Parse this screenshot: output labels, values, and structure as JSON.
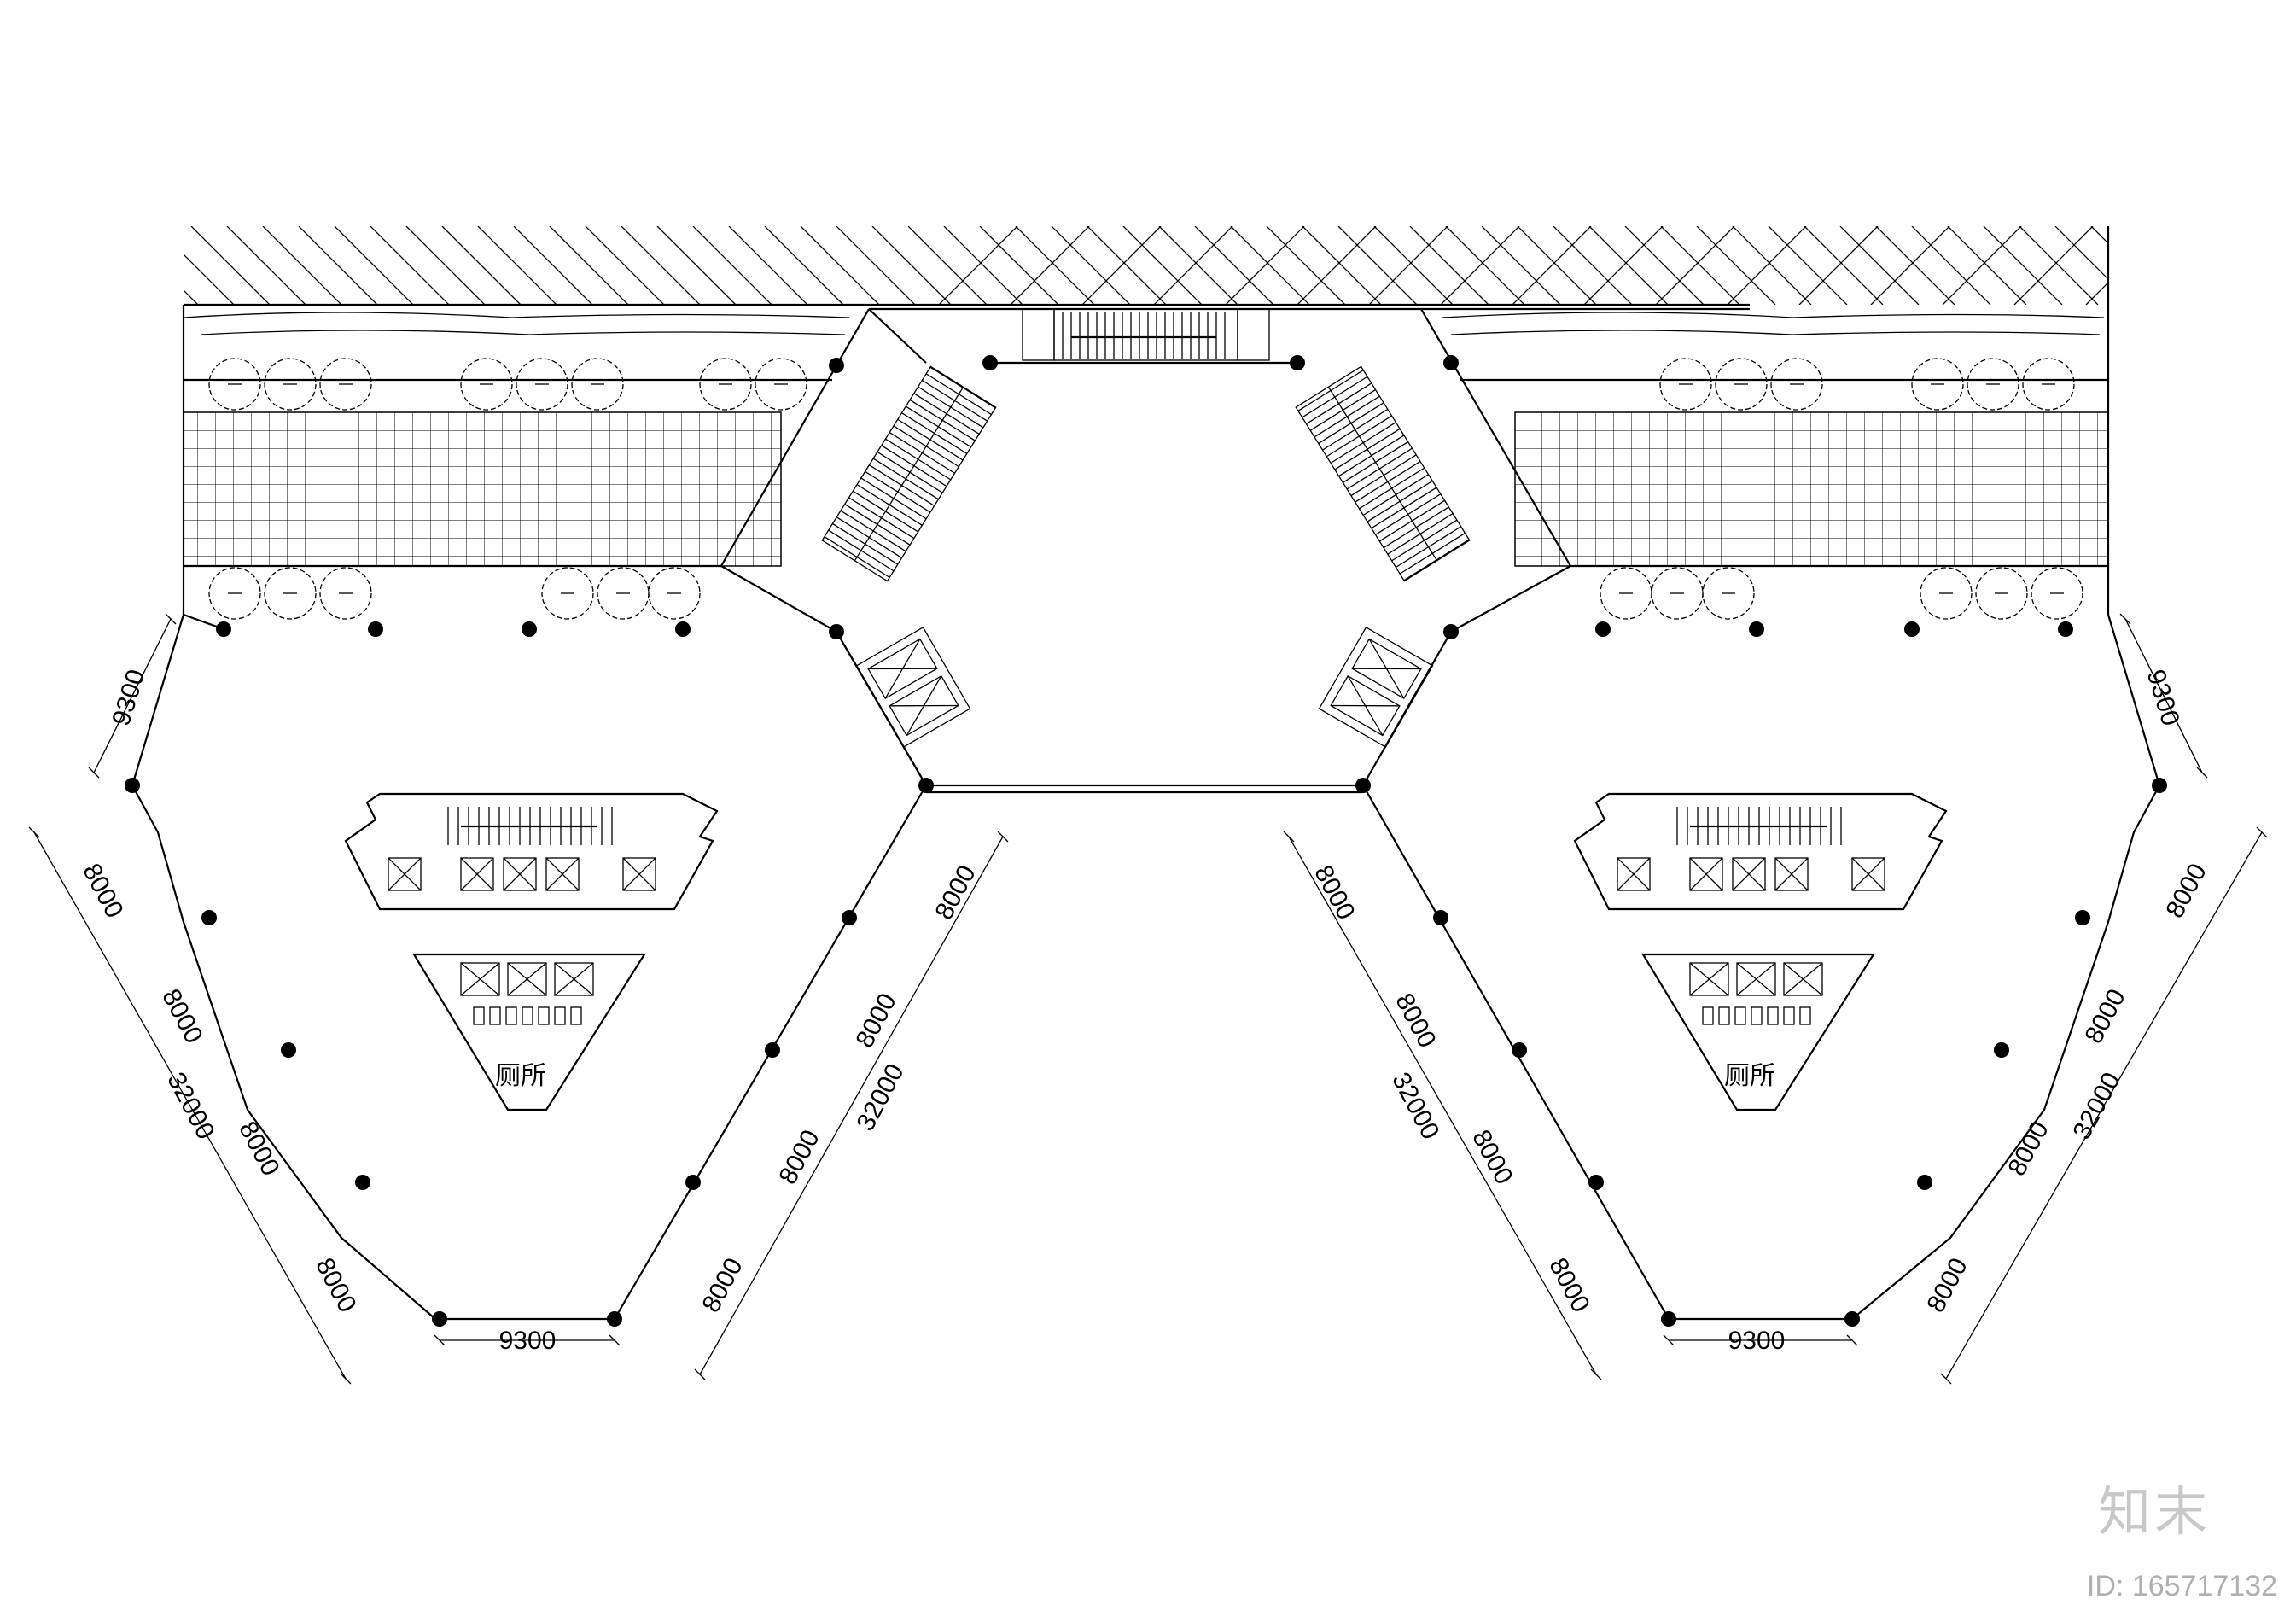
{
  "drawing": {
    "dims_left_wing": {
      "top_diag": "9300",
      "bottom": "9300",
      "outer_segments": [
        "8000",
        "8000",
        "8000",
        "8000"
      ],
      "outer_total": "32000",
      "inner_segments": [
        "8000",
        "8000",
        "8000",
        "8000"
      ],
      "inner_total": "32000"
    },
    "dims_right_wing": {
      "top_diag": "9300",
      "bottom": "9300",
      "outer_segments": [
        "8000",
        "8000",
        "8000",
        "8000"
      ],
      "outer_total": "32000",
      "inner_segments": [
        "8000",
        "8000",
        "8000",
        "8000"
      ],
      "inner_total": "32000"
    },
    "toilet_label": "厕所"
  },
  "watermark": {
    "logo": "知末",
    "id_text": "ID: 165717132"
  },
  "colors": {
    "line": "#000000",
    "background": "#ffffff",
    "watermark": "#c8c8c8"
  }
}
